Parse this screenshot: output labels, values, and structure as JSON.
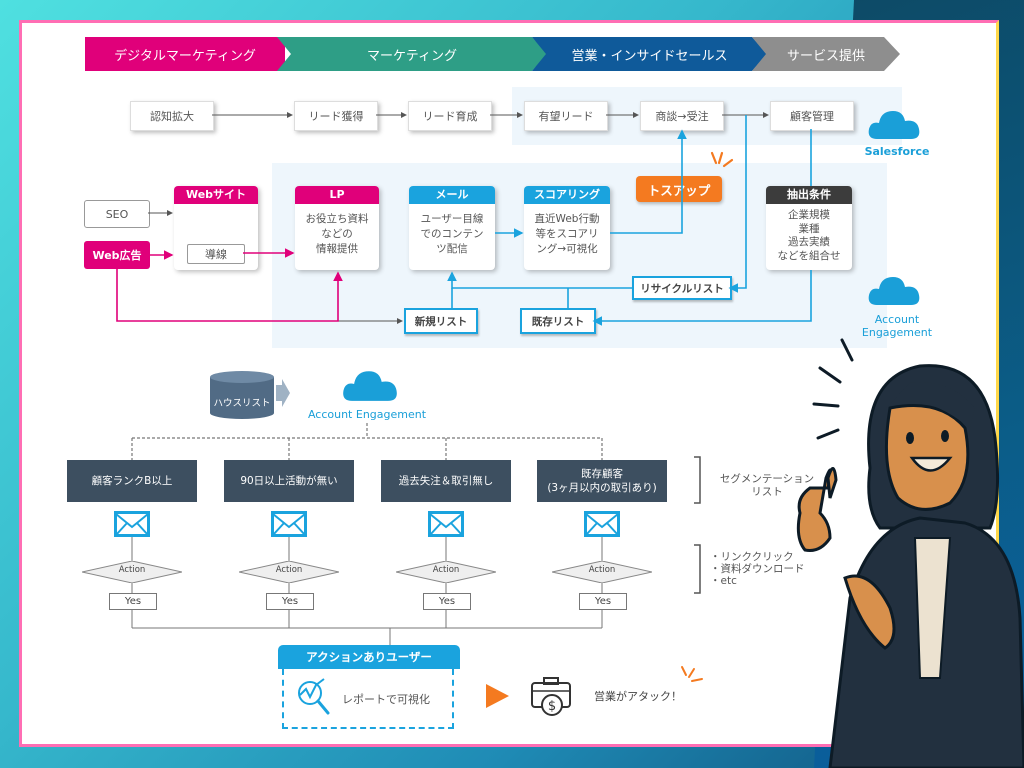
{
  "stages": [
    {
      "label": "デジタルマーケティング",
      "color": "#e0007a"
    },
    {
      "label": "マーケティング",
      "color": "#2e9e86"
    },
    {
      "label": "営業・インサイドセールス",
      "color": "#0f5a9a"
    },
    {
      "label": "サービス提供",
      "color": "#8e8e8e"
    }
  ],
  "flow": [
    "認知拡大",
    "リード獲得",
    "リード育成",
    "有望リード",
    "商談→受注",
    "顧客管理"
  ],
  "salesforce_label": "Salesforce",
  "account_engagement_label": "Account\nEngagement",
  "inputs": {
    "seo": "SEO",
    "web_ad": "Web広告"
  },
  "website": {
    "title": "Webサイト",
    "inner": "導線"
  },
  "lp": {
    "title": "LP",
    "body": "お役立ち資料\nなどの\n情報提供"
  },
  "mail": {
    "title": "メール",
    "body": "ユーザー目線\nでのコンテン\nツ配信"
  },
  "scoring": {
    "title": "スコアリング",
    "body": "直近Web行動\n等をスコアリ\nング→可視化"
  },
  "tossup": "トスアップ",
  "extraction": {
    "title": "抽出条件",
    "body": "企業規模\n業種\n過去実績\nなどを組合せ"
  },
  "lists": {
    "recycle": "リサイクルリスト",
    "new": "新規リスト",
    "existing": "既存リスト"
  },
  "house_list": "ハウスリスト",
  "ae_label": "Account Engagement",
  "segments": [
    "顧客ランクB以上",
    "90日以上活動が無い",
    "過去失注＆取引無し",
    "既存顧客\n(3ヶ月以内の取引あり)"
  ],
  "action_label": "Action",
  "yes_label": "Yes",
  "segmentation_label": "セグメンテーション\nリスト",
  "action_examples": "・リンククリック\n・資料ダウンロード\n・etc",
  "action_users": "アクションありユーザー",
  "report_label": "レポートで可視化",
  "sales_attack": "営業がアタック！",
  "colors": {
    "pink": "#e0007a",
    "blue": "#1aa3de",
    "orange": "#f47a20",
    "dark": "#3d4f60"
  }
}
